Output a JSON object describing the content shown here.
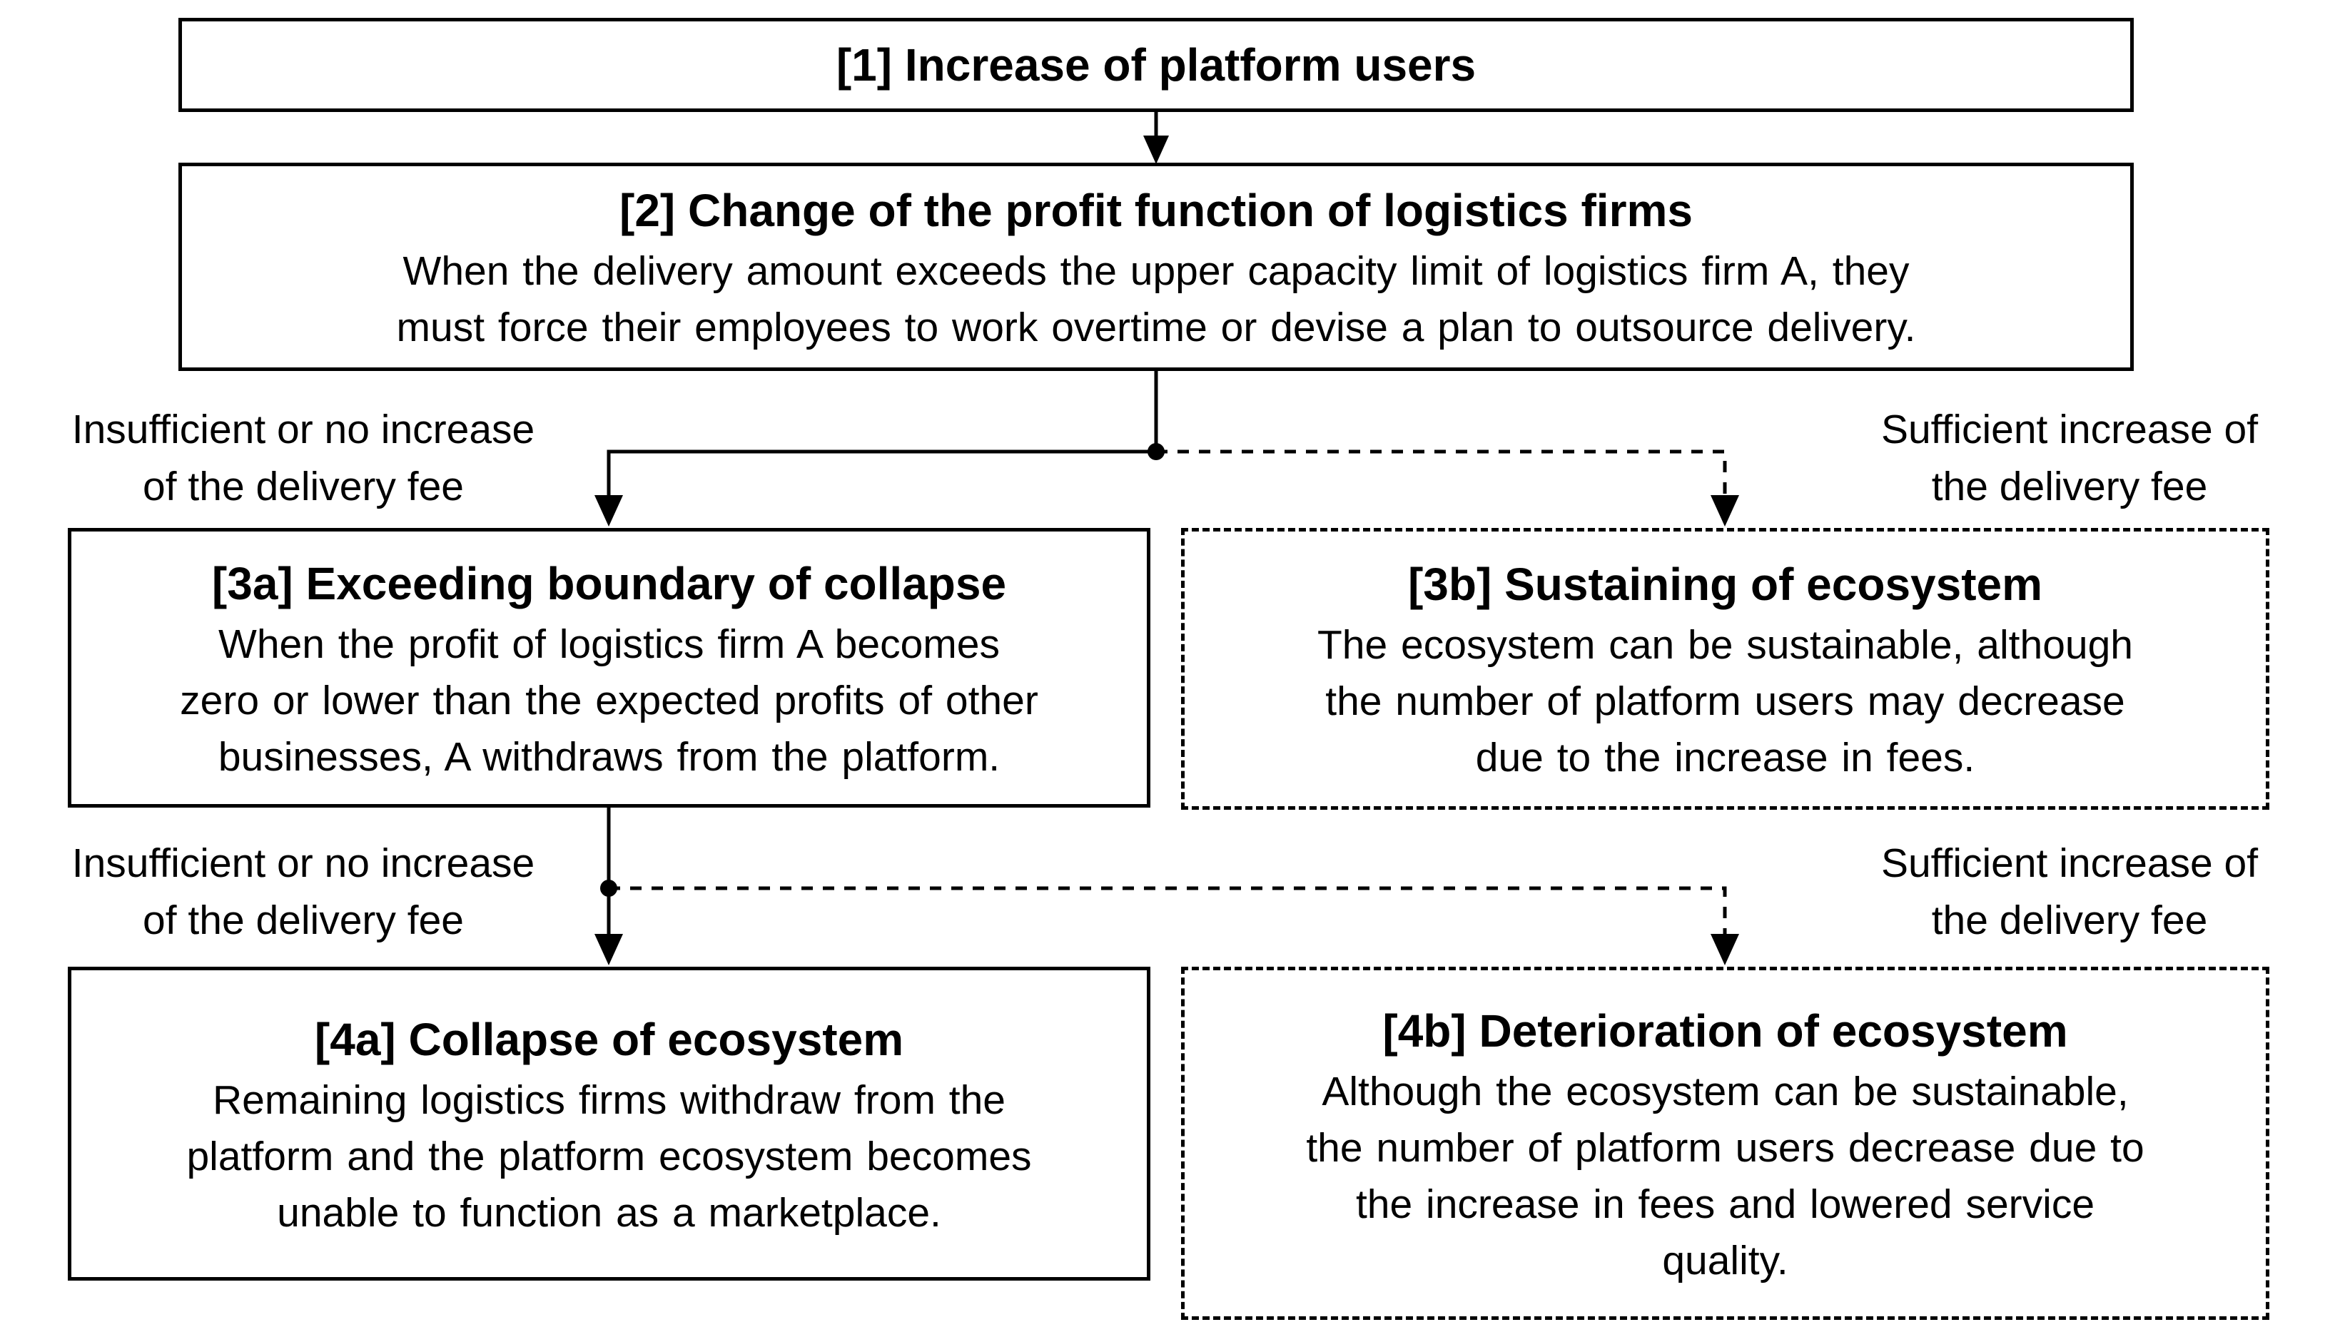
{
  "canvas": {
    "background": "#ffffff",
    "line_color": "#000000",
    "text_color": "#000000"
  },
  "nodes": {
    "n1": {
      "title": "[1] Increase of platform users",
      "body": "",
      "border": "solid"
    },
    "n2": {
      "title": "[2] Change of the profit function of logistics firms",
      "body": "When the delivery amount exceeds the upper capacity limit of logistics firm A, they\nmust force their employees to work overtime or devise a plan to outsource delivery.",
      "border": "solid"
    },
    "n3a": {
      "title": "[3a] Exceeding boundary of collapse",
      "body": "When the profit of logistics firm A becomes\nzero or lower than the expected profits of other\nbusinesses, A withdraws from the platform.",
      "border": "solid"
    },
    "n3b": {
      "title": "[3b] Sustaining of ecosystem",
      "body": "The ecosystem can be sustainable, although\nthe number of platform users may decrease\ndue to the increase in fees.",
      "border": "dashed"
    },
    "n4a": {
      "title": "[4a] Collapse of ecosystem",
      "body": "Remaining logistics firms withdraw from the\nplatform and the platform ecosystem becomes\nunable to function as a marketplace.",
      "border": "solid"
    },
    "n4b": {
      "title": "[4b] Deterioration of ecosystem",
      "body": "Although the ecosystem can be sustainable,\nthe number of platform users decrease due to\nthe increase in fees and lowered service\nquality.",
      "border": "dashed"
    }
  },
  "edge_labels": {
    "left1": {
      "text": "Insufficient or no increase\nof the delivery fee"
    },
    "right1": {
      "text": "Sufficient increase of\nthe delivery fee"
    },
    "left2": {
      "text": "Insufficient or no increase\nof the delivery fee"
    },
    "right2": {
      "text": "Sufficient increase of\nthe delivery fee"
    }
  }
}
